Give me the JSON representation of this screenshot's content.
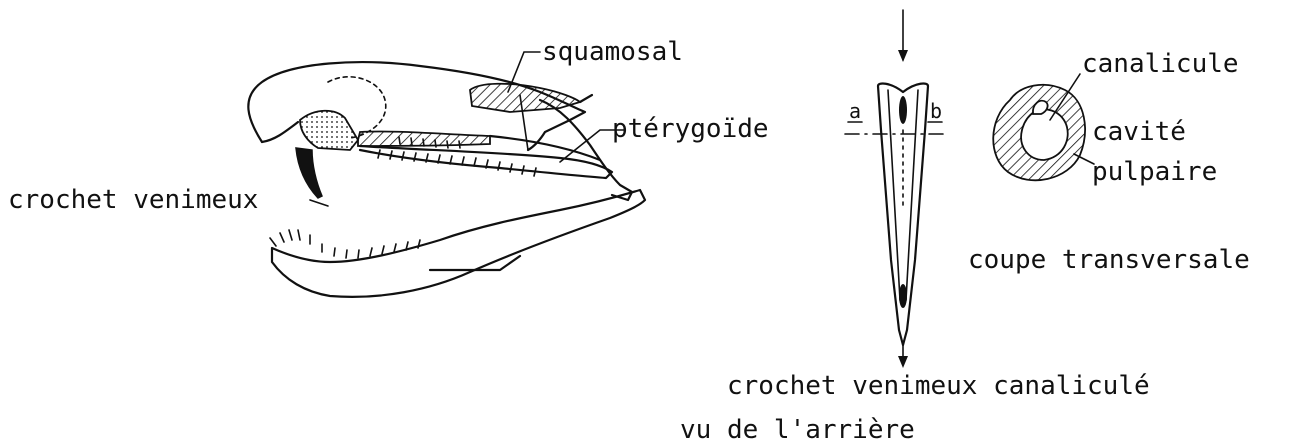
{
  "labels": {
    "squamosal": "squamosal",
    "pterygoide": "ptérygoïde",
    "crochet_venimeux": "crochet venimeux",
    "canalicule": "canalicule",
    "cavite": "cavité",
    "pulpaire": "pulpaire",
    "coupe_transversale": "coupe transversale",
    "caption_line1": "crochet venimeux canaliculé",
    "caption_line2": "vu de l'arrière",
    "section_a": "a",
    "section_b": "b"
  }
}
